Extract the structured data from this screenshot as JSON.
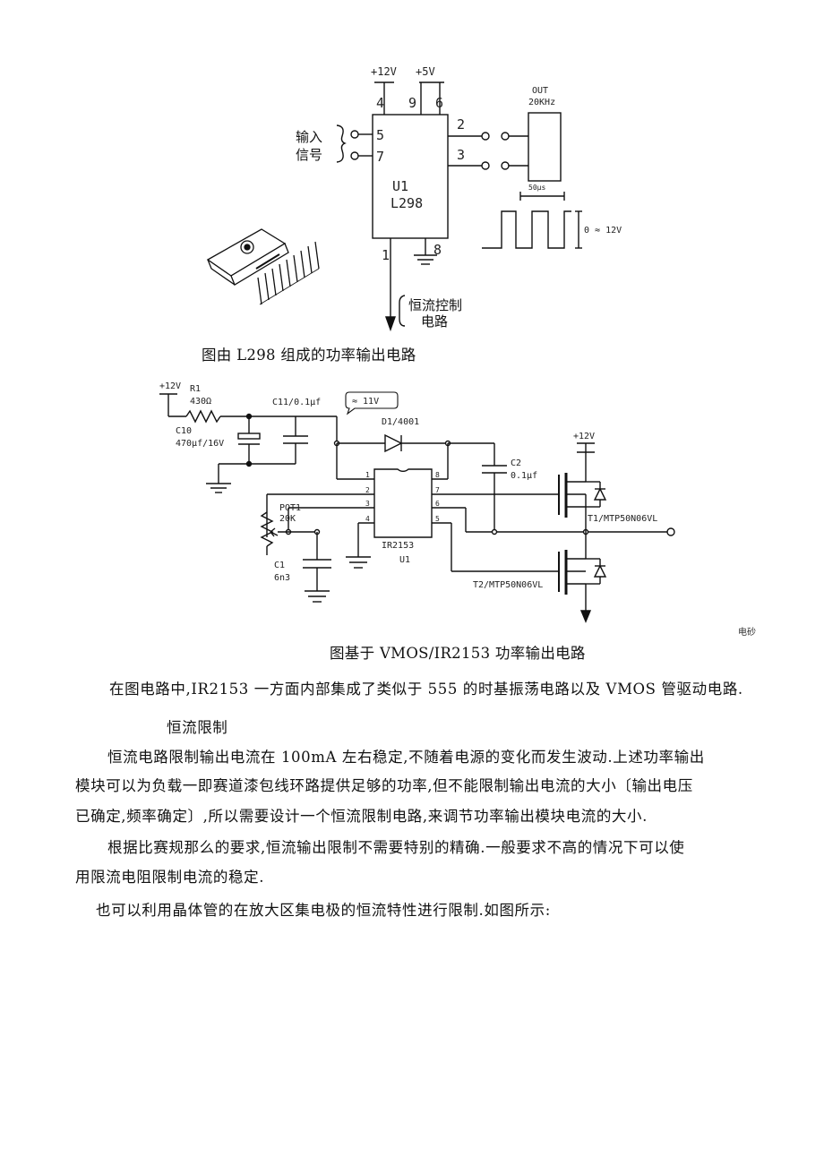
{
  "figure1": {
    "supply_12v": "+12V",
    "supply_5v": "+5V",
    "pin4": "4",
    "pin9": "9",
    "pin6": "6",
    "pin5": "5",
    "pin7": "7",
    "pin2": "2",
    "pin3": "3",
    "pin1": "1",
    "pin8": "8",
    "chip_ref": "U1",
    "chip_name": "L298",
    "input_label_line1": "输入",
    "input_label_line2": "信号",
    "out_label_line1": "OUT",
    "out_label_line2": "20KHz",
    "period_label": "50μs",
    "amplitude_label": "0 ≈ 12V",
    "cc_label_line1": "恒流控制",
    "cc_label_line2": "电路",
    "caption": "图由 L298 组成的功率输出电路"
  },
  "figure2": {
    "supply_12v_left": "+12V",
    "r1_name": "R1",
    "r1_value": "430Ω",
    "c10_name": "C10",
    "c10_value": "470μf/16V",
    "c11_label": "C11/0.1μf",
    "voltage_note": "≈ 11V",
    "d1_label": "D1/4001",
    "c2_name": "C2",
    "c2_value": "0.1μf",
    "supply_12v_right": "+12V",
    "pot_name": "POT1",
    "pot_value": "20K",
    "c1_name": "C1",
    "c1_value": "6n3",
    "ic_name": "IR2153",
    "ic_ref": "U1",
    "pin1": "1",
    "pin2": "2",
    "pin3": "3",
    "pin4": "4",
    "pin5": "5",
    "pin6": "6",
    "pin7": "7",
    "pin8": "8",
    "t1_label": "T1/MTP50N06VL",
    "t2_label": "T2/MTP50N06VL",
    "watermark": "电砂",
    "caption": "图基于 VMOS/IR2153 功率输出电路"
  },
  "text": {
    "para1": "在图电路中,IR2153 一方面内部集成了类似于 555 的时基振荡电路以及 VMOS 管驱动电路.",
    "heading": "恒流限制",
    "para2_line1": "恒流电路限制输出电流在 100mA 左右稳定,不随着电源的变化而发生波动.上述功率输出",
    "para2_line2": "模块可以为负载一即赛道漆包线环路提供足够的功率,但不能限制输出电流的大小〔输出电压",
    "para2_line3": "已确定,频率确定〕,所以需要设计一个恒流限制电路,来调节功率输出模块电流的大小.",
    "para3_line1": "根据比赛规那么的要求,恒流输出限制不需要特别的精确.一般要求不高的情况下可以使",
    "para3_line2": "用限流电阻限制电流的稳定.",
    "para4": "也可以利用晶体管的在放大区集电极的恒流特性进行限制.如图所示:"
  }
}
